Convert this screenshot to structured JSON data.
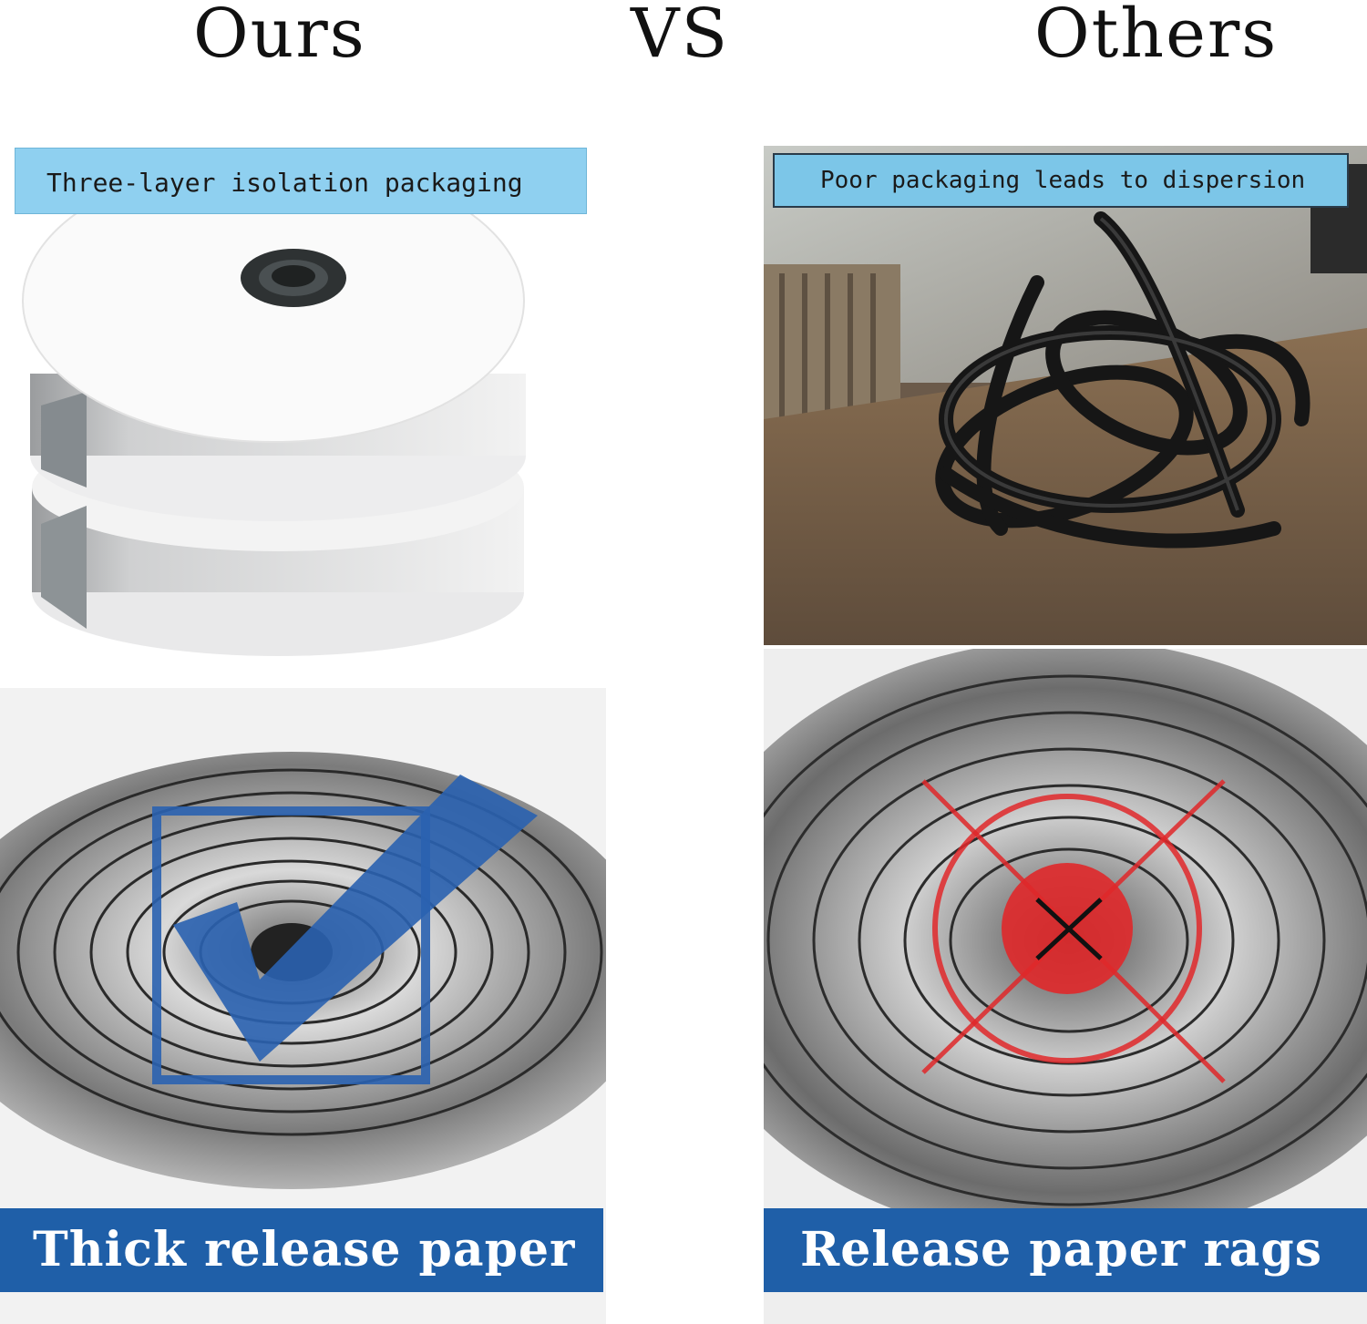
{
  "headings": {
    "left": "Ours",
    "middle": "VS",
    "right": "Others"
  },
  "top_left": {
    "caption": "Three-layer isolation packaging"
  },
  "top_right": {
    "caption": "Poor packaging leads to dispersion"
  },
  "bottom_left": {
    "banner": "Thick release paper",
    "mark": "check-icon"
  },
  "bottom_right": {
    "banner": "Release paper rags",
    "mark": "cross-target-icon"
  },
  "colors": {
    "caption_blue": "#8fd0f0",
    "banner_blue": "#1f5fa8",
    "check_blue": "#2a62b0",
    "cross_red": "#e0282a"
  }
}
